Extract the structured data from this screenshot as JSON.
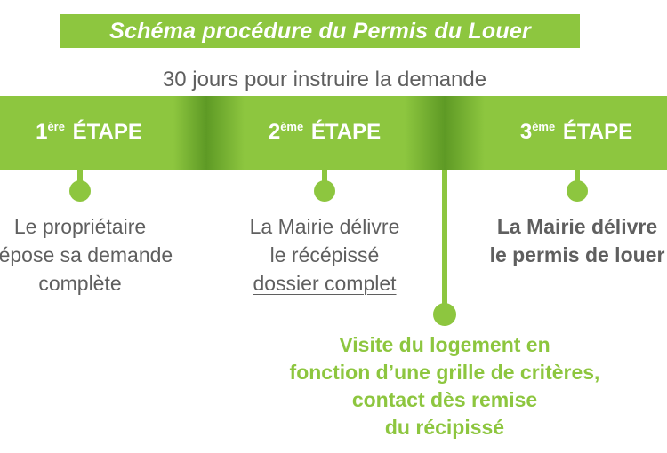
{
  "title": "Schéma procédure du Permis du Louer",
  "duration": "30 jours pour instruire la demande",
  "steps": [
    {
      "num": "1",
      "suffix": "ère",
      "label": "ÉTAPE",
      "lines": [
        "Le propriétaire",
        "dépose sa demande",
        "complète"
      ]
    },
    {
      "num": "2",
      "suffix": "ème",
      "label": "ÉTAPE",
      "lines": [
        "La Mairie délivre",
        "le récépissé",
        "dossier complet"
      ]
    },
    {
      "num": "3",
      "suffix": "ème",
      "label": "ÉTAPE",
      "lines": [
        "La Mairie délivre",
        "le permis de louer"
      ]
    }
  ],
  "visit_lines": [
    "Visite du logement en",
    "fonction d’une grille de critères,",
    "contact dès remise",
    "du récipissé"
  ],
  "colors": {
    "accent_green": "#8dc63f",
    "dark_green": "#5e9a25",
    "text_gray": "#5f5f5f"
  }
}
